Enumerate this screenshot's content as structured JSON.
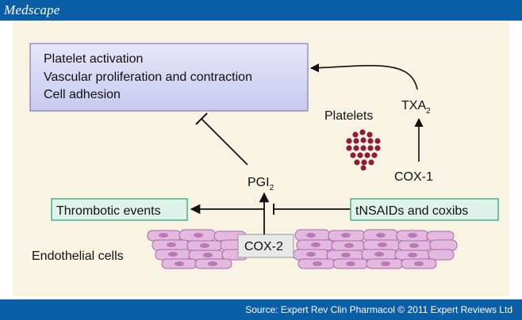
{
  "header": {
    "brand": "Medscape"
  },
  "footer": {
    "source": "Source: Expert Rev Clin Pharmacol © 2011 Expert Reviews Ltd"
  },
  "diagram": {
    "effects": [
      "Platelet activation",
      "Vascular proliferation and contraction",
      "Cell adhesion"
    ],
    "txa": {
      "base": "TXA",
      "sub": "2"
    },
    "pgi": {
      "base": "PGI",
      "sub": "2"
    },
    "platelets": "Platelets",
    "cox1": "COX-1",
    "cox2": "COX-2",
    "thrombotic": "Thrombotic events",
    "nsaids": "tNSAIDs and coxibs",
    "endothelial": "Endothelial cells"
  }
}
